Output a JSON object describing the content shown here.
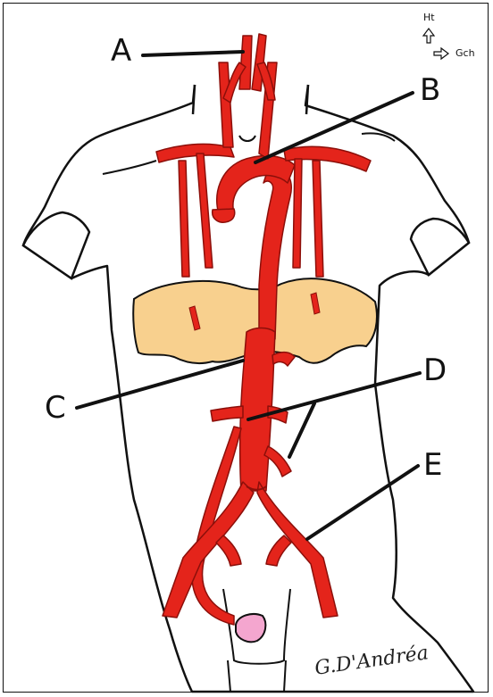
{
  "labels": {
    "a": "A",
    "b": "B",
    "c": "C",
    "d": "D",
    "e": "E"
  },
  "orientation": {
    "up": "Ht",
    "left": "Gch"
  },
  "signature": "G.D'Andréa",
  "colors": {
    "artery": "#e4241b",
    "diaphragm": "#f8d08e",
    "outline": "#111111",
    "scrotum": "#f4a6cf"
  }
}
